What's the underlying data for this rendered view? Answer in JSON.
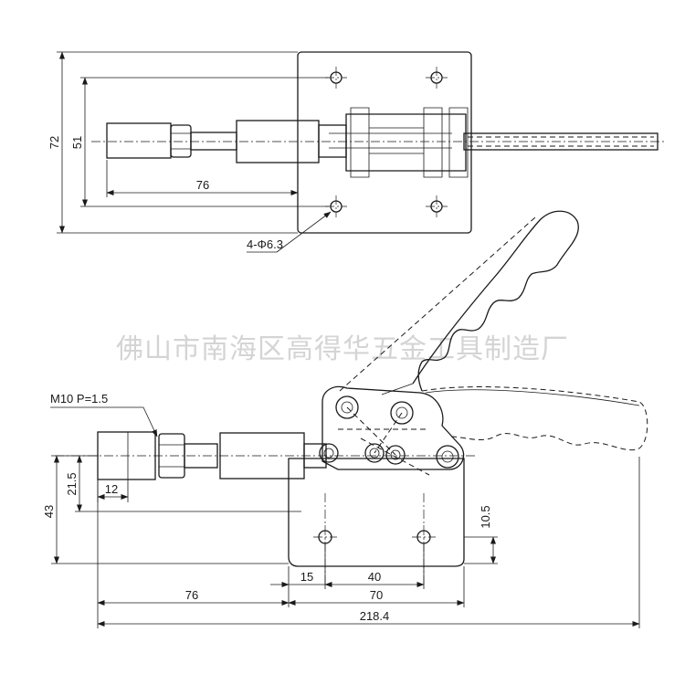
{
  "watermark": "佛山市南海区高得华五金工具制造厂",
  "top_view": {
    "dim_overall_height": "72",
    "dim_hole_spacing": "51",
    "dim_shaft_length": "76",
    "hole_callout": "4-Φ6.3"
  },
  "side_view": {
    "thread_spec": "M10  P=1.5",
    "dim_rod_height": "21.5",
    "dim_total_height": "43",
    "dim_rod_width": "12",
    "dim_hole_height": "10.5",
    "dim_edge_to_hole": "15",
    "dim_hole_pitch": "40",
    "dim_front_length": "76",
    "dim_base_length": "70",
    "dim_overall_length": "218.4"
  }
}
